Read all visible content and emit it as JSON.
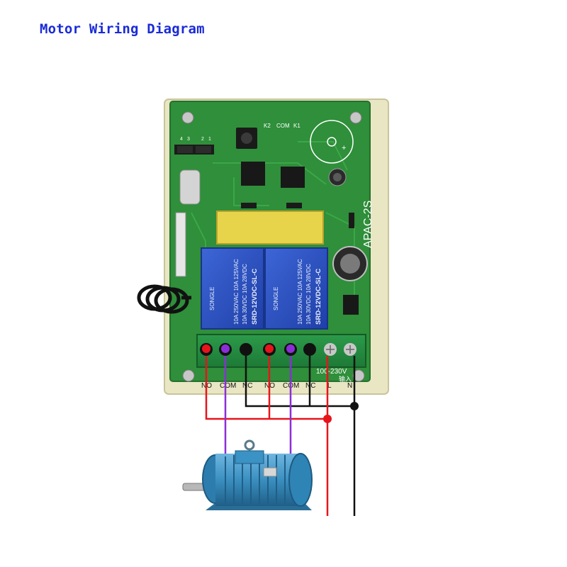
{
  "title": "Motor Wiring Diagram",
  "board": {
    "model_label": "APAC-2S",
    "input_voltage_label": "100-230V",
    "input_cn_label": "输入",
    "k_labels": [
      "K2",
      "COM",
      "K1"
    ],
    "jumper_labels": [
      "1",
      "2",
      "3",
      "4"
    ]
  },
  "relays": [
    {
      "brand": "SONGLE",
      "line_1": "10A 250VAC  10A 125VAC",
      "line_2": "10A 30VDC  10A 28VDC",
      "model": "SRD-12VDC-SL-C"
    },
    {
      "brand": "SONGLE",
      "line_1": "10A 250VAC  10A 125VAC",
      "line_2": "10A 30VDC  10A 28VDC",
      "model": "SRD-12VDC-SL-C"
    }
  ],
  "terminals": [
    {
      "label": "NO",
      "wire_color": "#e8141c"
    },
    {
      "label": "COM",
      "wire_color": "#8a2fd6"
    },
    {
      "label": "NC",
      "wire_color": "#111111"
    },
    {
      "label": "NO",
      "wire_color": "#e8141c"
    },
    {
      "label": "COM",
      "wire_color": "#8a2fd6"
    },
    {
      "label": "NC",
      "wire_color": "#111111"
    },
    {
      "label": "L",
      "wire_color": "#e8141c"
    },
    {
      "label": "N",
      "wire_color": "#111111"
    }
  ],
  "colors": {
    "title": "#1a2bd8",
    "pcb": "#2f8f3a",
    "relay": "#2a4fc4",
    "wire_red": "#e8141c",
    "wire_purple": "#8a2fd6",
    "wire_black": "#111111",
    "motor": "#3a8fc0"
  }
}
